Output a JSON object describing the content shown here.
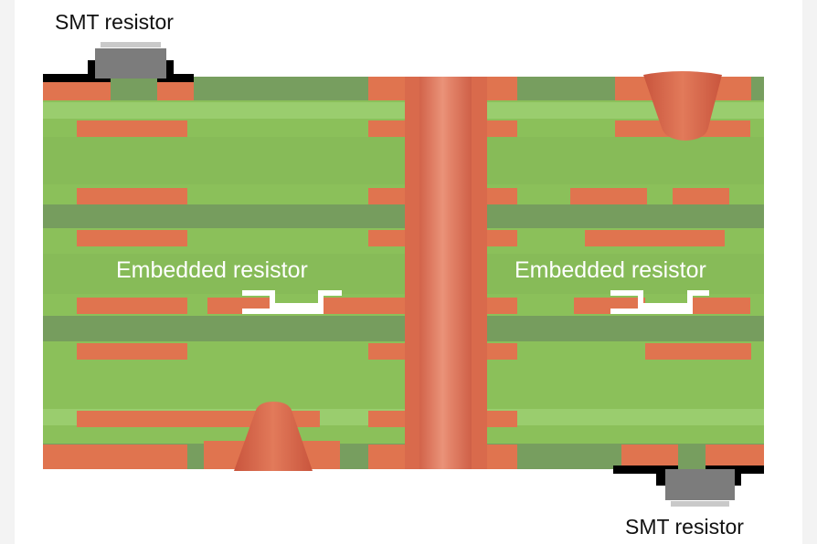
{
  "labels": {
    "smt_top": "SMT resistor",
    "smt_bottom": "SMT resistor",
    "embedded_left": "Embedded resistor",
    "embedded_right": "Embedded resistor"
  },
  "colors": {
    "laminate": "#8bc05a",
    "laminate_light": "#99cd6c",
    "core_dark": "#769d5e",
    "copper": "#e0744f",
    "via": "#d96a4c",
    "via_highlight": "#e99078",
    "resistor_white": "#ffffff",
    "component_body": "#7c7c7c",
    "solder_mask": "#000000"
  }
}
